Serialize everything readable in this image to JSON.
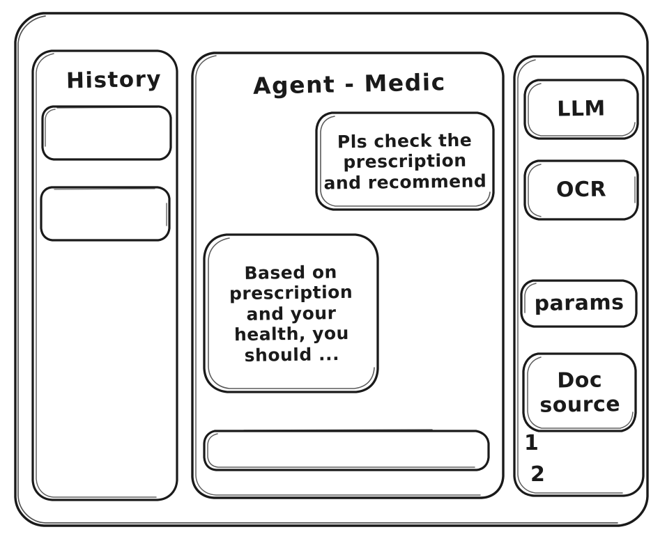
{
  "app": {
    "style": "hand-drawn wireframe",
    "stroke_color": "#1a1a1a",
    "background_color": "#ffffff"
  },
  "sidebar_left": {
    "title": "History",
    "items": [
      {
        "label": ""
      },
      {
        "label": ""
      }
    ]
  },
  "main": {
    "title": "Agent - Medic",
    "messages": [
      {
        "role": "user",
        "text": "Pls check the\nprescription\nand recommend"
      },
      {
        "role": "agent",
        "text": "Based on\nprescription\nand your\nhealth, you\nshould ..."
      }
    ],
    "composer": {
      "value": "",
      "placeholder": ""
    }
  },
  "sidebar_right": {
    "cards": [
      {
        "label": "LLM"
      },
      {
        "label": "OCR"
      },
      {
        "label": "params"
      },
      {
        "label": "Doc\nsource"
      }
    ],
    "source_list": [
      {
        "label": "1"
      },
      {
        "label": "2"
      }
    ]
  }
}
